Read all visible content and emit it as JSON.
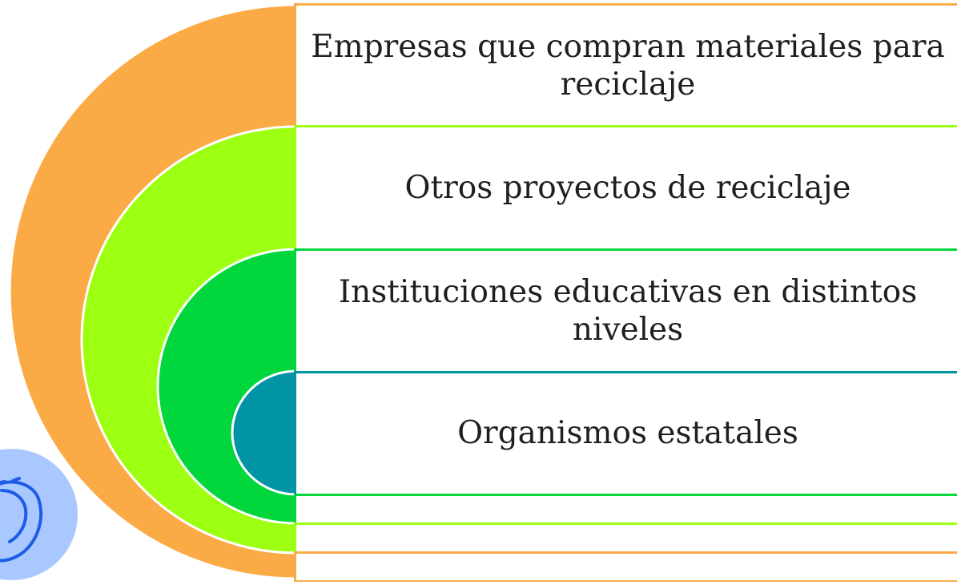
{
  "diagram": {
    "items": [
      {
        "label": "Empresas que compran materiales para reciclaje",
        "color": "#FBAB46"
      },
      {
        "label": "Otros proyectos de reciclaje",
        "color": "#9DFF12"
      },
      {
        "label": "Instituciones educativas en distintos niveles",
        "color": "#02D63D"
      },
      {
        "label": "Organismos estatales",
        "color": "#0094A5"
      }
    ],
    "badge": {
      "icon": "stethoscope-icon",
      "color": "#A8C8FF",
      "icon_color": "#1E5CE6"
    }
  }
}
